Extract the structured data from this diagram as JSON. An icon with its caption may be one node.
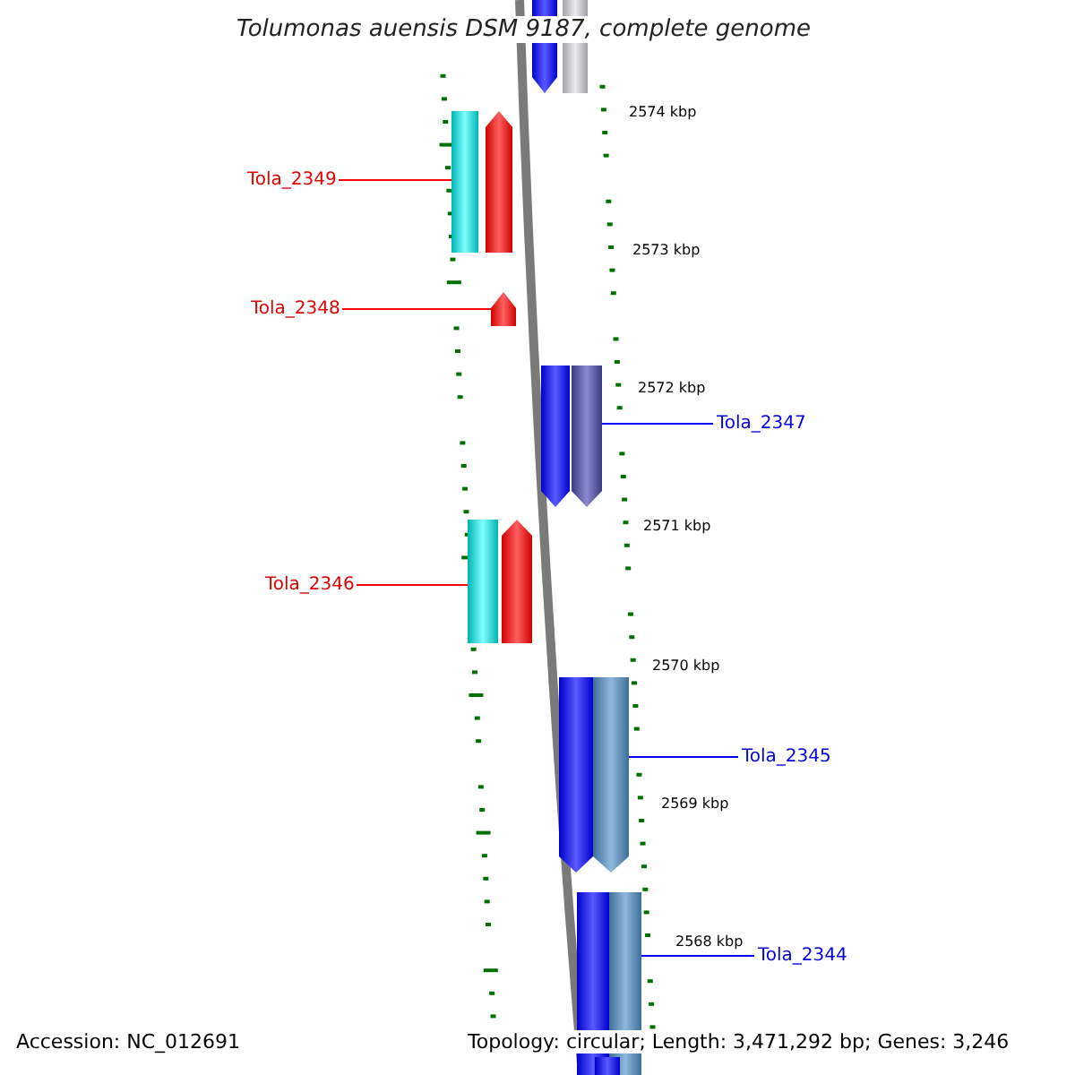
{
  "diagram": {
    "title": "Tolumonas auensis DSM 9187, complete genome",
    "nodes": [
      {
        "text": [],
        "shape": "pentagon"
      },
      {
        "text": [],
        "shape": "bar"
      },
      {
        "text": [],
        "shape": "bar"
      },
      {
        "text": [],
        "shape": "pentagon"
      },
      {
        "text": [],
        "shape": "pentagon"
      },
      {
        "text": [],
        "shape": "pentagon"
      },
      {
        "text": [],
        "shape": "pentagon"
      },
      {
        "text": [],
        "shape": "bar"
      },
      {
        "text": [],
        "shape": "pentagon"
      },
      {
        "text": [],
        "shape": "pentagon"
      },
      {
        "text": [],
        "shape": "pentagon"
      },
      {
        "text": [],
        "shape": "bar"
      },
      {
        "text": [],
        "shape": "bar"
      },
      {
        "text": [],
        "shape": "bar"
      },
      {
        "text": [
          "Tola_2349"
        ]
      },
      {
        "text": [
          "Tola_2348"
        ]
      },
      {
        "text": [
          "Tola_2347"
        ]
      },
      {
        "text": [
          "Tola_2346"
        ]
      },
      {
        "text": [
          "Tola_2345"
        ]
      },
      {
        "text": [
          "Tola_2344"
        ]
      }
    ],
    "edges": [
      {
        "from": 14,
        "to": 2,
        "arrow": "none",
        "color": "#ff0000"
      },
      {
        "from": 15,
        "to": 4,
        "arrow": "none",
        "color": "#ff0000"
      },
      {
        "from": 16,
        "to": 6,
        "arrow": "none",
        "color": "#0000ff"
      },
      {
        "from": 17,
        "to": 7,
        "arrow": "none",
        "color": "#ff0000"
      },
      {
        "from": 18,
        "to": 10,
        "arrow": "none",
        "color": "#0000ff"
      },
      {
        "from": 19,
        "to": 12,
        "arrow": "none",
        "color": "#0000ff"
      }
    ],
    "labels": [
      "2574 kbp",
      "2573 kbp",
      "2572 kbp",
      "2571 kbp",
      "2570 kbp",
      "2569 kbp",
      "2568 kbp",
      "Accession: NC_012691",
      "Topology: circular; Length: 3,471,292 bp; Genes: 3,246"
    ]
  }
}
